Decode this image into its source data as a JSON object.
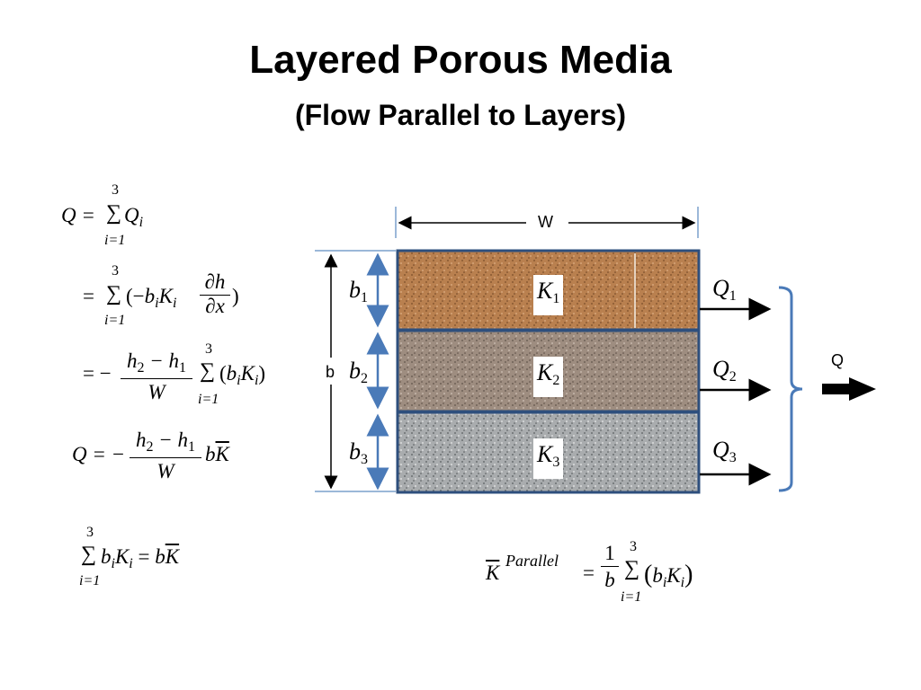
{
  "title": "Layered Porous Media",
  "subtitle": "(Flow Parallel to Layers)",
  "diagram": {
    "width_label": "W",
    "thickness_label": "b",
    "layers": [
      {
        "thickness": "b",
        "index": "1",
        "conductivity": "K",
        "flow": "Q",
        "color": "#b9804f"
      },
      {
        "thickness": "b",
        "index": "2",
        "conductivity": "K",
        "flow": "Q",
        "color": "#9e8d80"
      },
      {
        "thickness": "b",
        "index": "3",
        "conductivity": "K",
        "flow": "Q",
        "color": "#a9acae"
      }
    ],
    "total_flow_label": "Q",
    "border_color": "#2e4f7d",
    "bracket_color": "#4a7ab8"
  },
  "equations": {
    "sum_upper": "3",
    "sum_lower": "i=1",
    "eq1_lhs": "Q =",
    "eq2_lhs": "=",
    "eq3_lhs": "= −",
    "eq4_lhs": "Q = −",
    "h2": "h",
    "h1": "h",
    "W": "W",
    "dh": "∂h",
    "dx": "∂x",
    "Kbar": "K",
    "kparallel_sup": "Parallel",
    "one": "1",
    "b": "b"
  }
}
